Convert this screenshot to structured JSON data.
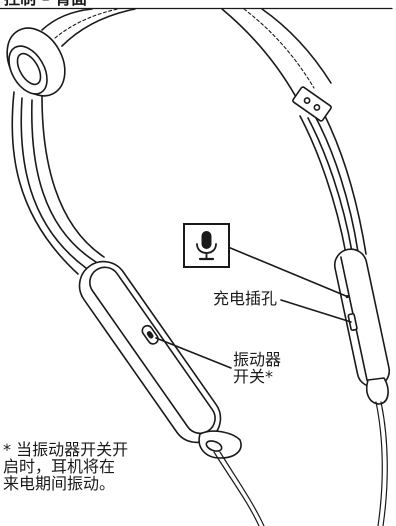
{
  "header": {
    "title": "控制 – 背面"
  },
  "callouts": {
    "microphone": {
      "icon": "microphone-icon"
    },
    "charging_port": {
      "label": "充电插孔"
    },
    "vibration_switch": {
      "line1": "振动器",
      "line2": "开关*"
    }
  },
  "footnote": {
    "line1": "* 当振动器开关开",
    "line2": "启时，耳机将在",
    "line3": "来电期间振动。"
  },
  "colors": {
    "ink": "#1a1a1a",
    "background": "#ffffff"
  }
}
